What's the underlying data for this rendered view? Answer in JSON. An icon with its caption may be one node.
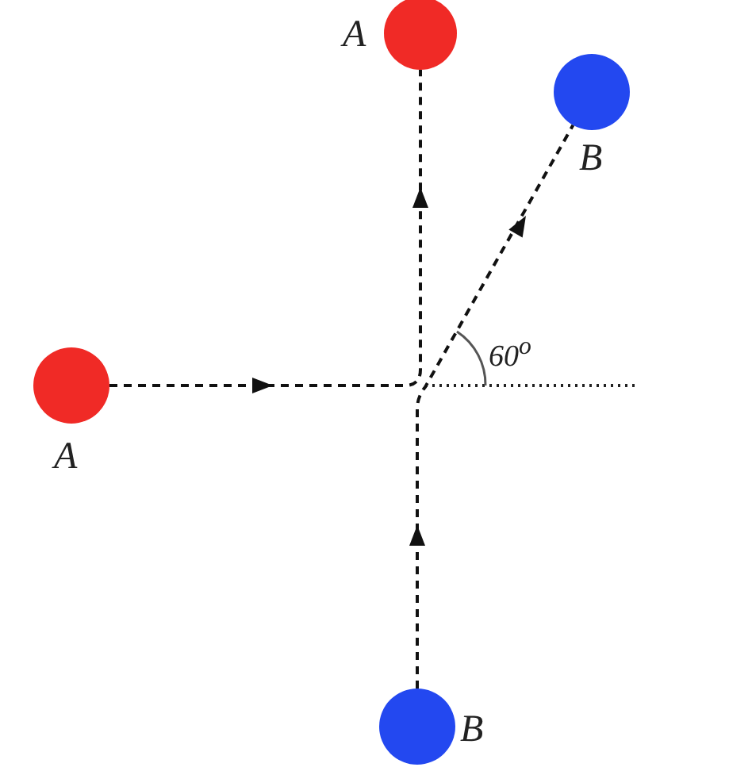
{
  "diagram": {
    "nodes": [
      {
        "text": [],
        "shape": "circle",
        "beside": [
          "A"
        ]
      },
      {
        "text": [],
        "shape": "circle",
        "beside": [
          "A"
        ]
      },
      {
        "text": [],
        "shape": "circle",
        "beside": [
          "B"
        ]
      },
      {
        "text": [],
        "shape": "circle",
        "beside": [
          "B"
        ]
      }
    ],
    "edges": [
      {
        "from": 0,
        "to": 1,
        "arrow": "to",
        "style": "dashed"
      },
      {
        "from": 3,
        "to": 2,
        "arrow": "to",
        "style": "dashed"
      }
    ],
    "labels": [
      "60$^{o}$"
    ]
  }
}
